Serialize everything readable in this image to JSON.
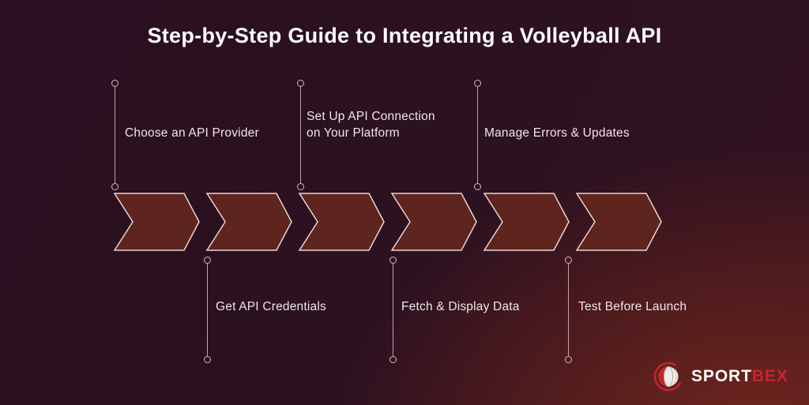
{
  "title": "Step-by-Step Guide to Integrating a Volleyball API",
  "steps": [
    {
      "label": "Choose an API Provider",
      "position": "top"
    },
    {
      "label": "Get API Credentials",
      "position": "bottom"
    },
    {
      "label": "Set Up API Connection on Your Platform",
      "position": "top"
    },
    {
      "label": "Fetch & Display Data",
      "position": "bottom"
    },
    {
      "label": "Manage Errors & Updates",
      "position": "top"
    },
    {
      "label": "Test Before Launch",
      "position": "bottom"
    }
  ],
  "logo": {
    "brand_first": "SPORT",
    "brand_second": "BEX",
    "icon": "sportbex-ball-icon"
  },
  "colors": {
    "background_base": "#2a1020",
    "background_glow": "#74271f",
    "chevron_fill": "#5e241e",
    "chevron_stroke": "#e8d5d2",
    "connector": "#d9b6b8",
    "label_text": "#f0e6e8",
    "title_text": "#ffffff",
    "brand_red": "#c8242e"
  }
}
